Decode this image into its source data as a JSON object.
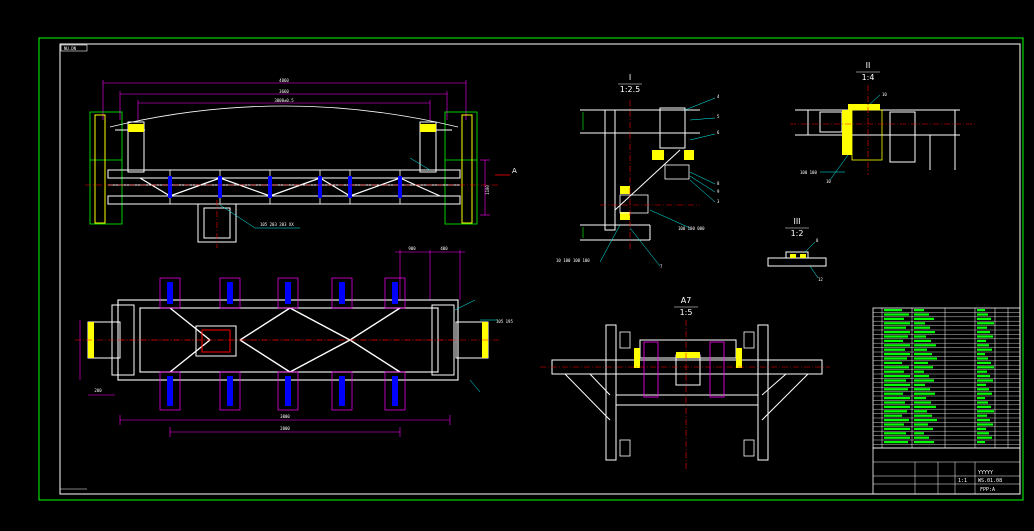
{
  "drawing": {
    "corner_tag": "NU.DN",
    "colors": {
      "background": "#000000",
      "border": "#00ff00",
      "steel": "#ffffff",
      "dimension": "#ff00ff",
      "centerline": "#ff0000",
      "bolt": "#0000ff",
      "nut": "#ffff00",
      "leader": "#00ffff"
    },
    "views": {
      "detail_i": {
        "title": "I",
        "scale": "1:2.5"
      },
      "detail_ii": {
        "title": "II",
        "scale": "1:4"
      },
      "detail_iii": {
        "title": "III",
        "scale": "1:2"
      },
      "section_a": {
        "title": "A7",
        "scale": "1:5"
      },
      "front_view": {
        "section_mark": "A"
      }
    },
    "title_block": {
      "drawing_no": "WS.01.08",
      "code": "YYYYY",
      "scale_note": "1:1",
      "sheet": "FPP:A"
    }
  }
}
